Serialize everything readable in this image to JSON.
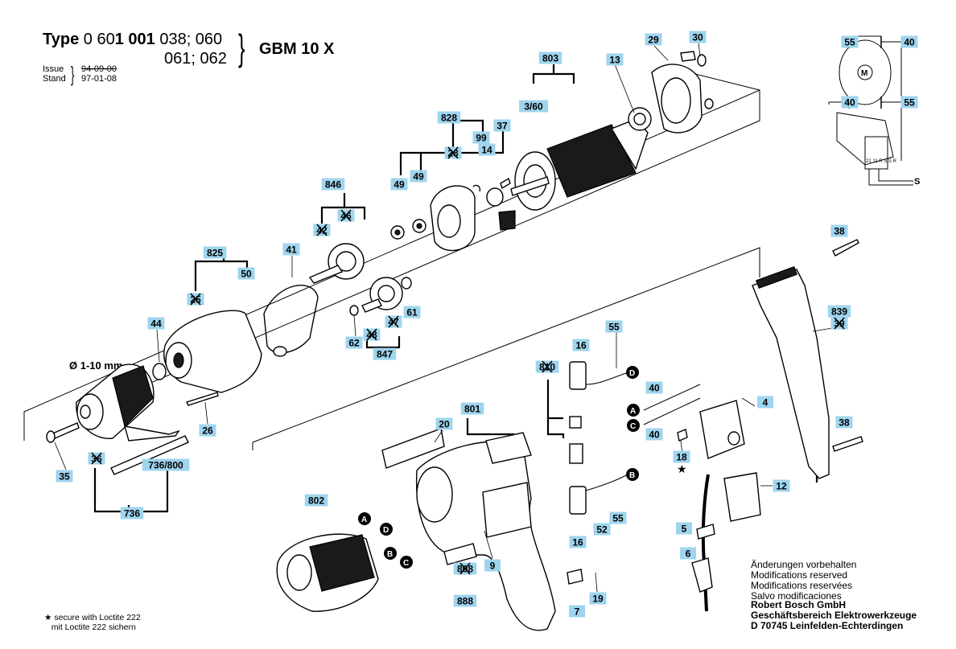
{
  "header": {
    "type_word": "Type",
    "type_prefix": "0 60",
    "type_bold": "1 001",
    "type_suffix_1": "038; 060",
    "type_suffix_2": "061; 062",
    "model": "GBM 10 X",
    "issue_label": "Issue",
    "stand_label": "Stand",
    "issue_value": "94-09-00",
    "stand_value": "97-01-08"
  },
  "chuck_size_label": "Ø 1-10 mm",
  "part_labels": [
    {
      "id": "803",
      "crossed": false
    },
    {
      "id": "13",
      "crossed": false
    },
    {
      "id": "29",
      "crossed": false
    },
    {
      "id": "30",
      "crossed": false
    },
    {
      "id": "3/60",
      "crossed": false
    },
    {
      "id": "828",
      "crossed": false
    },
    {
      "id": "99",
      "crossed": false
    },
    {
      "id": "37",
      "crossed": false
    },
    {
      "id": "28",
      "crossed": true
    },
    {
      "id": "14",
      "crossed": false
    },
    {
      "id": "49",
      "crossed": false
    },
    {
      "id": "49",
      "crossed": false
    },
    {
      "id": "846",
      "crossed": false
    },
    {
      "id": "42",
      "crossed": true
    },
    {
      "id": "46",
      "crossed": true
    },
    {
      "id": "825",
      "crossed": false
    },
    {
      "id": "41",
      "crossed": false
    },
    {
      "id": "50",
      "crossed": false
    },
    {
      "id": "25",
      "crossed": true
    },
    {
      "id": "44",
      "crossed": false
    },
    {
      "id": "61",
      "crossed": false
    },
    {
      "id": "62",
      "crossed": false
    },
    {
      "id": "48",
      "crossed": true
    },
    {
      "id": "47",
      "crossed": true
    },
    {
      "id": "847",
      "crossed": false
    },
    {
      "id": "26",
      "crossed": false
    },
    {
      "id": "35",
      "crossed": false
    },
    {
      "id": "36",
      "crossed": true
    },
    {
      "id": "736/800",
      "crossed": false
    },
    {
      "id": "736",
      "crossed": false
    },
    {
      "id": "801",
      "crossed": false
    },
    {
      "id": "20",
      "crossed": false
    },
    {
      "id": "802",
      "crossed": false
    },
    {
      "id": "9",
      "crossed": false
    },
    {
      "id": "808",
      "crossed": true
    },
    {
      "id": "888",
      "crossed": false
    },
    {
      "id": "810",
      "crossed": true
    },
    {
      "id": "16",
      "crossed": false
    },
    {
      "id": "55",
      "crossed": false
    },
    {
      "id": "16",
      "crossed": false
    },
    {
      "id": "52",
      "crossed": false
    },
    {
      "id": "55",
      "crossed": false
    },
    {
      "id": "19",
      "crossed": false
    },
    {
      "id": "7",
      "crossed": false
    },
    {
      "id": "40",
      "crossed": false
    },
    {
      "id": "40",
      "crossed": false
    },
    {
      "id": "4",
      "crossed": false
    },
    {
      "id": "18",
      "crossed": false
    },
    {
      "id": "12",
      "crossed": false
    },
    {
      "id": "5",
      "crossed": false
    },
    {
      "id": "6",
      "crossed": false
    },
    {
      "id": "38",
      "crossed": false
    },
    {
      "id": "839",
      "crossed": false
    },
    {
      "id": "39",
      "crossed": true
    },
    {
      "id": "38",
      "crossed": false
    },
    {
      "id": "55",
      "crossed": false
    },
    {
      "id": "40",
      "crossed": false
    },
    {
      "id": "40",
      "crossed": false
    },
    {
      "id": "55",
      "crossed": false
    }
  ],
  "connection_markers": [
    "A",
    "B",
    "C",
    "D"
  ],
  "wiring": {
    "motor_symbol": "M",
    "switch_code": "21 11\nR S S R",
    "terminal": "S"
  },
  "footnote": {
    "star": "★",
    "line1": "secure with Loctite 222",
    "line2": "mit Loctite 222 sichern"
  },
  "notes": {
    "line1": "Änderungen vorbehalten",
    "line2": "Modifications reserved",
    "line3": "Modifications reservées",
    "line4": "Salvo modificaciones"
  },
  "company": {
    "line1": "Robert Bosch GmbH",
    "line2": "Geschäftsbereich Elektrowerkzeuge",
    "line3": "D 70745 Leinfelden-Echterdingen"
  }
}
